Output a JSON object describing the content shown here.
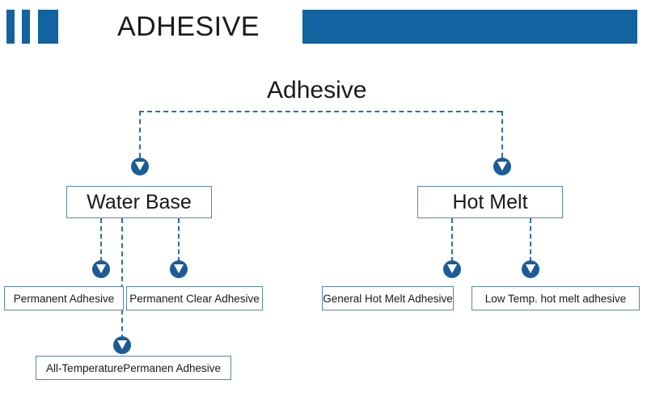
{
  "header": {
    "title": "ADHESIVE",
    "accent_color": "#1263A0",
    "title_color": "#1a1a1a",
    "bars": [
      {
        "name": "bar-thin-1"
      },
      {
        "name": "bar-thin-2"
      },
      {
        "name": "bar-wide"
      }
    ],
    "right_block": {
      "name": "header-right-block"
    }
  },
  "diagram": {
    "type": "tree",
    "line_style": "dashed",
    "line_color": "#2e6da4",
    "node_border_color": "#5a88ad",
    "marker_color": "#1B5C96",
    "marker_icon": "arrow-down-circle-icon",
    "root": {
      "label": "Adhesive"
    },
    "branches": [
      {
        "label": "Water Base",
        "children": [
          {
            "label": "Permanent Adhesive"
          },
          {
            "label": "Permanent Clear Adhesive"
          },
          {
            "label": "All-TemperaturePermanen Adhesive"
          }
        ]
      },
      {
        "label": "Hot Melt",
        "children": [
          {
            "label": "General Hot Melt Adhesive"
          },
          {
            "label": "Low Temp. hot melt adhesive"
          }
        ]
      }
    ]
  }
}
